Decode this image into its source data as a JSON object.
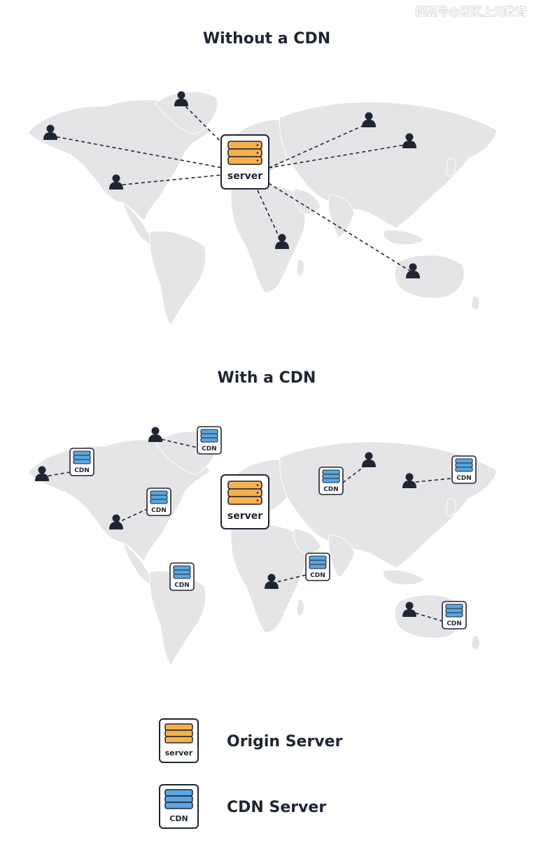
{
  "watermark": "搜狐号@团区上元教育",
  "diagram1": {
    "title": "Without a CDN",
    "origin_label": "server"
  },
  "diagram2": {
    "title": "With a CDN",
    "origin_label": "server",
    "cdn_label": "CDN"
  },
  "legend": {
    "origin": {
      "icon_label": "server",
      "text": "Origin Server"
    },
    "cdn": {
      "icon_label": "CDN",
      "text": "CDN Server"
    }
  },
  "colors": {
    "origin_fill": "#f6b14f",
    "cdn_fill": "#5aa6e0",
    "map_fill": "#e5e5e8",
    "ink": "#1f2533"
  }
}
